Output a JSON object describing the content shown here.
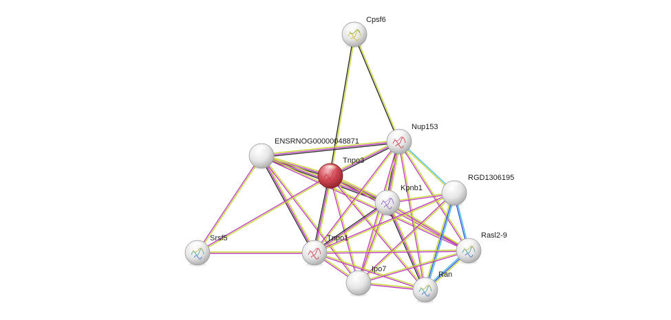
{
  "colors": {
    "background": "#ffffff",
    "edge_textmining": "#c8d832",
    "edge_coexpression": "#2a2a2a",
    "edge_experimental": "#c040c0",
    "edge_database": "#40b8e8",
    "edge_cooccurrence": "#3050d8",
    "node_query": "#c8404a",
    "node_default": "#e4e4e4",
    "node_rim": "#9a9a9a"
  },
  "nodes": [
    {
      "id": "cpsf6",
      "label": "Cpsf6",
      "query": false,
      "icon": "protein-structure-yellow"
    },
    {
      "id": "nup153",
      "label": "Nup153",
      "query": false,
      "icon": "protein-structure-red"
    },
    {
      "id": "ensrnog",
      "label": "ENSRNOG00000048871",
      "query": false,
      "icon": ""
    },
    {
      "id": "tnpo3",
      "label": "Tnpo3",
      "query": true,
      "icon": "protein-structure-red"
    },
    {
      "id": "rgd",
      "label": "RGD1306195",
      "query": false,
      "icon": ""
    },
    {
      "id": "kpnb1",
      "label": "Kpnb1",
      "query": false,
      "icon": "protein-structure-purple"
    },
    {
      "id": "srsf5",
      "label": "Srsf5",
      "query": false,
      "icon": "protein-structure-multi"
    },
    {
      "id": "tnpo1",
      "label": "Tnpo1",
      "query": false,
      "icon": "protein-structure-red"
    },
    {
      "id": "rasl29",
      "label": "Rasl2-9",
      "query": false,
      "icon": "protein-structure-multi"
    },
    {
      "id": "ipo7",
      "label": "Ipo7",
      "query": false,
      "icon": ""
    },
    {
      "id": "ran",
      "label": "Ran",
      "query": false,
      "icon": "protein-structure-multi"
    }
  ],
  "edges": [
    {
      "from": "cpsf6",
      "to": "tnpo3",
      "types": [
        "textmining",
        "coexpression"
      ]
    },
    {
      "from": "cpsf6",
      "to": "nup153",
      "types": [
        "textmining",
        "coexpression"
      ]
    },
    {
      "from": "ensrnog",
      "to": "nup153",
      "types": [
        "textmining",
        "experimental",
        "coexpression"
      ]
    },
    {
      "from": "ensrnog",
      "to": "tnpo3",
      "types": [
        "textmining",
        "experimental",
        "coexpression"
      ]
    },
    {
      "from": "ensrnog",
      "to": "kpnb1",
      "types": [
        "textmining",
        "experimental",
        "coexpression"
      ]
    },
    {
      "from": "ensrnog",
      "to": "tnpo1",
      "types": [
        "textmining",
        "experimental",
        "coexpression"
      ]
    },
    {
      "from": "ensrnog",
      "to": "ipo7",
      "types": [
        "textmining",
        "experimental"
      ]
    },
    {
      "from": "ensrnog",
      "to": "srsf5",
      "types": [
        "textmining",
        "experimental"
      ]
    },
    {
      "from": "ensrnog",
      "to": "rasl29",
      "types": [
        "textmining",
        "experimental"
      ]
    },
    {
      "from": "tnpo3",
      "to": "nup153",
      "types": [
        "textmining",
        "experimental",
        "coexpression"
      ]
    },
    {
      "from": "tnpo3",
      "to": "kpnb1",
      "types": [
        "textmining",
        "experimental",
        "coexpression"
      ]
    },
    {
      "from": "tnpo3",
      "to": "tnpo1",
      "types": [
        "textmining",
        "experimental",
        "coexpression"
      ]
    },
    {
      "from": "tnpo3",
      "to": "ipo7",
      "types": [
        "textmining",
        "experimental"
      ]
    },
    {
      "from": "tnpo3",
      "to": "ran",
      "types": [
        "textmining",
        "experimental"
      ]
    },
    {
      "from": "tnpo3",
      "to": "rasl29",
      "types": [
        "textmining",
        "experimental"
      ]
    },
    {
      "from": "tnpo3",
      "to": "srsf5",
      "types": [
        "textmining",
        "experimental"
      ]
    },
    {
      "from": "nup153",
      "to": "kpnb1",
      "types": [
        "textmining",
        "experimental",
        "coexpression"
      ]
    },
    {
      "from": "nup153",
      "to": "tnpo1",
      "types": [
        "textmining",
        "experimental"
      ]
    },
    {
      "from": "nup153",
      "to": "ipo7",
      "types": [
        "textmining",
        "experimental"
      ]
    },
    {
      "from": "nup153",
      "to": "ran",
      "types": [
        "textmining",
        "experimental"
      ]
    },
    {
      "from": "nup153",
      "to": "rgd",
      "types": [
        "database",
        "textmining"
      ]
    },
    {
      "from": "nup153",
      "to": "rasl29",
      "types": [
        "textmining",
        "experimental"
      ]
    },
    {
      "from": "kpnb1",
      "to": "rgd",
      "types": [
        "textmining",
        "experimental"
      ]
    },
    {
      "from": "kpnb1",
      "to": "tnpo1",
      "types": [
        "textmining",
        "experimental",
        "coexpression"
      ]
    },
    {
      "from": "kpnb1",
      "to": "ipo7",
      "types": [
        "textmining",
        "experimental"
      ]
    },
    {
      "from": "kpnb1",
      "to": "ran",
      "types": [
        "textmining",
        "experimental",
        "coexpression"
      ]
    },
    {
      "from": "kpnb1",
      "to": "rasl29",
      "types": [
        "textmining",
        "experimental"
      ]
    },
    {
      "from": "rgd",
      "to": "tnpo1",
      "types": [
        "textmining",
        "experimental"
      ]
    },
    {
      "from": "rgd",
      "to": "ipo7",
      "types": [
        "textmining",
        "experimental"
      ]
    },
    {
      "from": "rgd",
      "to": "ran",
      "types": [
        "database",
        "cooccurrence",
        "textmining"
      ]
    },
    {
      "from": "rgd",
      "to": "rasl29",
      "types": [
        "database",
        "cooccurrence"
      ]
    },
    {
      "from": "srsf5",
      "to": "tnpo1",
      "types": [
        "textmining",
        "experimental"
      ]
    },
    {
      "from": "tnpo1",
      "to": "ipo7",
      "types": [
        "textmining",
        "experimental"
      ]
    },
    {
      "from": "tnpo1",
      "to": "ran",
      "types": [
        "textmining",
        "experimental"
      ]
    },
    {
      "from": "tnpo1",
      "to": "rasl29",
      "types": [
        "textmining",
        "experimental"
      ]
    },
    {
      "from": "ipo7",
      "to": "ran",
      "types": [
        "textmining",
        "experimental"
      ]
    },
    {
      "from": "ipo7",
      "to": "rasl29",
      "types": [
        "textmining",
        "experimental"
      ]
    },
    {
      "from": "ran",
      "to": "rasl29",
      "types": [
        "database",
        "cooccurrence",
        "textmining"
      ]
    }
  ]
}
